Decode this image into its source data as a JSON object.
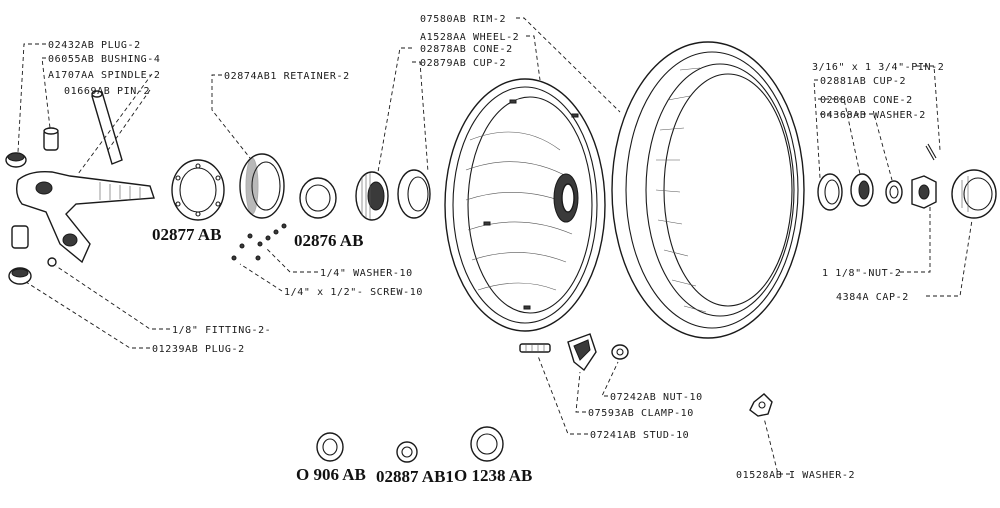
{
  "labels": {
    "plug_2": "02432AB PLUG-2",
    "bushing_4": "06055AB BUSHING-4",
    "spindle_2": "A1707AA SPINDLE-2",
    "pin_2": "01669AB PIN-2",
    "retainer_2": "02874AB1 RETAINER-2",
    "washer_10": "1/4\" WASHER-10",
    "screw_10": "1/4\" x 1/2\"- SCREW-10",
    "fitting_2": "1/8\" FITTING-2-",
    "plug_01239": "01239AB PLUG-2",
    "rim_2": "07580AB RIM-2",
    "wheel_2": "A1528AA WHEEL-2",
    "cone_2": "02878AB CONE-2",
    "cup_2": "02879AB CUP-2",
    "cotter_pin_2": "3/16\" x 1 3/4\"-PIN-2",
    "cup_02881": "02881AB CUP-2",
    "cone_02880": "02880AB CONE-2",
    "washer_04368": "04368AB WASHER-2",
    "nut_2": "1 1/8\"-NUT-2",
    "cap_2": "4384A CAP-2",
    "nut_10": "07242AB NUT-10",
    "clamp_10": "07593AB CLAMP-10",
    "stud_10": "07241AB STUD-10",
    "washer_01528": "01528AB I WASHER-2"
  },
  "part_numbers": {
    "gasket": "02877 AB",
    "ring": "02876 AB",
    "seal_a": "O 906 AB",
    "seal_b": "02887 AB1",
    "seal_c": "O 1238 AB"
  }
}
